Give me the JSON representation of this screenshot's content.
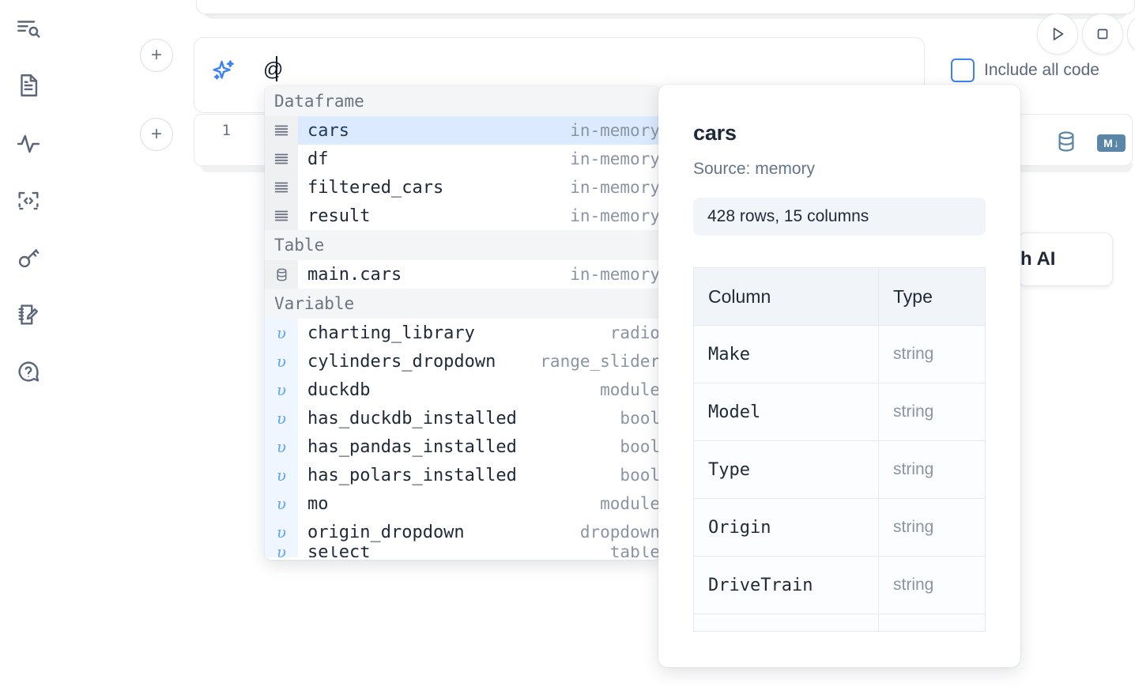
{
  "sidebar": {
    "items": [
      {
        "icon": "file-search-icon",
        "name": "explore-files"
      },
      {
        "icon": "document-icon",
        "name": "documentation"
      },
      {
        "icon": "activity-icon",
        "name": "runtime-activity"
      },
      {
        "icon": "code-snippet-icon",
        "name": "snippets"
      },
      {
        "icon": "key-icon",
        "name": "secrets"
      },
      {
        "icon": "scratchpad-icon",
        "name": "scratchpad"
      },
      {
        "icon": "help-chat-icon",
        "name": "help"
      }
    ]
  },
  "toolbar": {
    "run_icon": "play-icon",
    "stop_icon": "stop-icon",
    "more_icon": "circle-icon",
    "include_all_code_label": "Include all code",
    "include_all_code_checked": false
  },
  "prompt_cell": {
    "sparkle_icon": "ai-sparkle-icon",
    "value": "@",
    "add_cell_label": "+"
  },
  "code_cell": {
    "line_number": "1",
    "database_icon": "database-icon",
    "markdown_icon": "markdown-icon",
    "markdown_label": "M",
    "add_cell_label": "+"
  },
  "ai_chip": {
    "label": "h AI"
  },
  "autocomplete": {
    "groups": [
      {
        "title": "Dataframe",
        "gutter_kind": "table-rows-icon",
        "items": [
          {
            "name": "cars",
            "type": "in-memory",
            "selected": true
          },
          {
            "name": "df",
            "type": "in-memory",
            "selected": false
          },
          {
            "name": "filtered_cars",
            "type": "in-memory",
            "selected": false
          },
          {
            "name": "result",
            "type": "in-memory",
            "selected": false
          }
        ]
      },
      {
        "title": "Table",
        "gutter_kind": "database-icon",
        "items": [
          {
            "name": "main.cars",
            "type": "in-memory",
            "selected": false
          }
        ]
      },
      {
        "title": "Variable",
        "gutter_kind": "variable-icon",
        "gutter_glyph": "υ",
        "items": [
          {
            "name": "charting_library",
            "type": "radio",
            "selected": false
          },
          {
            "name": "cylinders_dropdown",
            "type": "range_slider",
            "selected": false
          },
          {
            "name": "duckdb",
            "type": "module",
            "selected": false
          },
          {
            "name": "has_duckdb_installed",
            "type": "bool",
            "selected": false
          },
          {
            "name": "has_pandas_installed",
            "type": "bool",
            "selected": false
          },
          {
            "name": "has_polars_installed",
            "type": "bool",
            "selected": false
          },
          {
            "name": "mo",
            "type": "module",
            "selected": false
          },
          {
            "name": "origin_dropdown",
            "type": "dropdown",
            "selected": false
          }
        ]
      }
    ]
  },
  "detail": {
    "title": "cars",
    "source": "Source: memory",
    "stats": "428 rows, 15 columns",
    "table": {
      "headers": [
        "Column",
        "Type"
      ],
      "rows": [
        [
          "Make",
          "string"
        ],
        [
          "Model",
          "string"
        ],
        [
          "Type",
          "string"
        ],
        [
          "Origin",
          "string"
        ],
        [
          "DriveTrain",
          "string"
        ]
      ]
    }
  }
}
